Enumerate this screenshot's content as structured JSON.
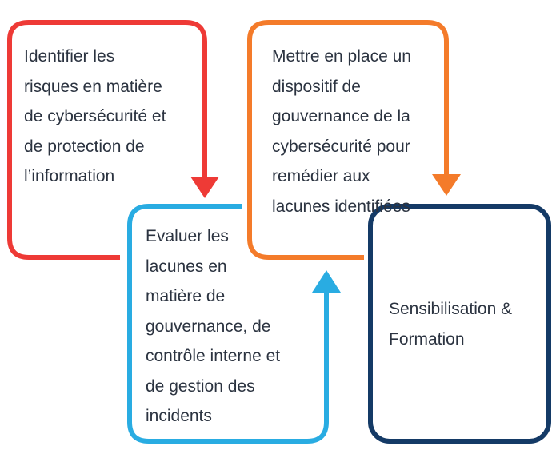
{
  "colors": {
    "step1": "#ee3a36",
    "step2": "#29ace2",
    "step3": "#f47b2a",
    "step4": "#143a66",
    "text": "#2b3340"
  },
  "steps": [
    {
      "label": "Identifier les\nrisques en matière\nde cybersécurité et\nde protection de\nl’information"
    },
    {
      "label": "Evaluer les\nlacunes en\nmatière de\ngouvernance, de\ncontrôle interne et\nde gestion des\nincidents"
    },
    {
      "label": "Mettre en place un\ndispositif de\ngouvernance de la\ncybersécurité pour\nremédier aux\nlacunes identifiées"
    },
    {
      "label": "Sensibilisation &\nFormation"
    }
  ]
}
